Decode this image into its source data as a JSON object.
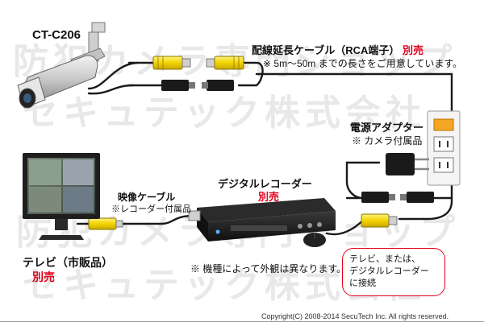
{
  "watermark": {
    "line1": "防犯カメラ専門ショップ",
    "line2": "セキュテック株式会社"
  },
  "camera": {
    "model": "CT-C206"
  },
  "extension_cable": {
    "title": "配線延長ケーブル（RCA端子）",
    "sold_separately": "別売",
    "note": "※ 5m〜50m までの長さをご用意しています。"
  },
  "power_adapter": {
    "title": "電源アダプター",
    "note": "※ カメラ付属品"
  },
  "recorder": {
    "title": "デジタルレコーダー",
    "sold_separately": "別売"
  },
  "video_cable": {
    "title": "映像ケーブル",
    "note": "※レコーダー付属品"
  },
  "tv": {
    "title": "テレビ（市販品）",
    "sold_separately": "別売"
  },
  "appearance_note": "※ 機種によって外観は異なります。",
  "callout": {
    "line1": "テレビ、または、",
    "line2": "デジタルレコーダー",
    "line3": "に接続"
  },
  "copyright": "Copyright(C) 2008-2014 SecuTech Inc. All rights reserved.",
  "colors": {
    "accent_red": "#e3001b",
    "rca_yellow": "#f2d400",
    "power_outlet_orange": "#f5a623",
    "cable_black": "#1a1a1a"
  },
  "icons": [
    "bullet-camera-icon",
    "lcd-monitor-icon",
    "dvr-recorder-icon",
    "power-adapter-icon",
    "wall-outlet-icon",
    "mouse-icon",
    "rca-plug-icon",
    "dc-plug-icon"
  ]
}
